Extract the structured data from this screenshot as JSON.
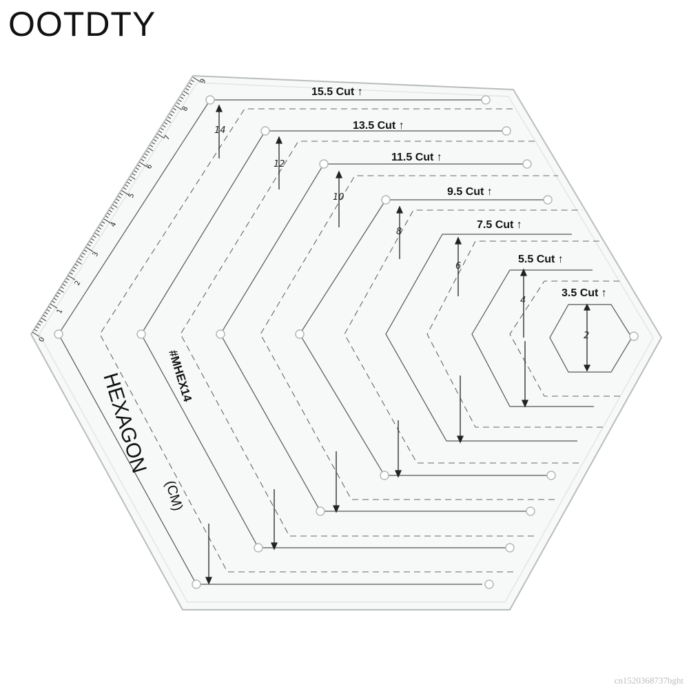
{
  "brand": "OOTDTY",
  "watermark": "cn1520368737bght",
  "ruler": {
    "numbers": [
      "0",
      "1",
      "2",
      "3",
      "4",
      "5",
      "6",
      "7",
      "8",
      "9"
    ]
  },
  "cut_labels": [
    "15.5 Cut ↑",
    "13.5 Cut ↑",
    "11.5 Cut ↑",
    "9.5 Cut ↑",
    "7.5 Cut ↑",
    "5.5 Cut ↑",
    "3.5 Cut ↑"
  ],
  "seam_labels": [
    "14",
    "12",
    "10",
    "8",
    "6",
    "4",
    "2"
  ],
  "model_number": "#MHEX14",
  "title": "HEXAGON",
  "unit": "(CM)",
  "colors": {
    "ruler_body": "#f7f8f8",
    "ruler_edge": "#b9bcbe",
    "ink": "#111111"
  }
}
